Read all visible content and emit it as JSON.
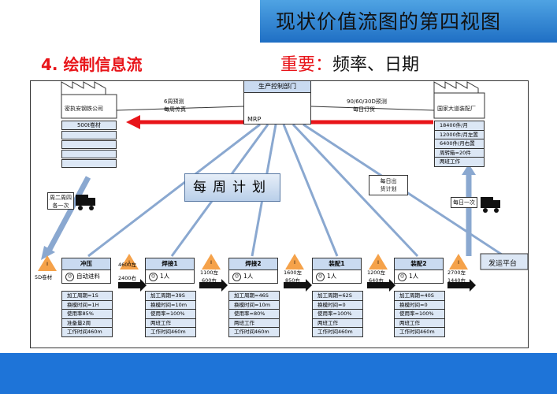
{
  "header": {
    "title": "现状价值流图的第四视图",
    "step": "4. 绘制信息流",
    "focus_label": "重要：",
    "focus_value": "频率、日期"
  },
  "control": {
    "title": "生产控制部门",
    "system": "MRP"
  },
  "supplier": {
    "name": "密执安钢铁公司",
    "stock": "500t卷材"
  },
  "customer": {
    "name": "国家大道装配厂",
    "data": [
      "18400件/月",
      "12000件/月左置",
      "6400件/月右置",
      "周转箱=20件",
      "两班工作"
    ]
  },
  "flows": {
    "supplier_forecast": [
      "6周预测",
      "每周传真"
    ],
    "customer_forecast": [
      "90/60/30D预测",
      "每日订货"
    ],
    "weekly_plan": "每周计划",
    "daily_ship": [
      "每日出",
      "货计划"
    ],
    "truck_in": [
      "周二周四",
      "各一次"
    ],
    "truck_out": "每日一次"
  },
  "processes": [
    {
      "name": "冲压",
      "op": "自动进料",
      "data": [
        "加工周期=1S",
        "换模时间=1H",
        "使用率85%",
        "准备量2周",
        "工作时间460m"
      ]
    },
    {
      "name": "焊接1",
      "op": "1人",
      "data": [
        "加工周期=39S",
        "换模时间=10m",
        "使用率=100%",
        "两班工作",
        "工作时间460m"
      ]
    },
    {
      "name": "焊接2",
      "op": "1人",
      "data": [
        "加工周期=46S",
        "换模时间=10m",
        "使用率=80%",
        "两班工作",
        "工作时间460m"
      ]
    },
    {
      "name": "装配1",
      "op": "1人",
      "data": [
        "加工周期=62S",
        "换模时间=0",
        "使用率=100%",
        "两班工作",
        "工作时间460m"
      ]
    },
    {
      "name": "装配2",
      "op": "1人",
      "data": [
        "加工周期=40S",
        "换模时间=0",
        "使用率=100%",
        "两班工作",
        "工作时间460m"
      ]
    }
  ],
  "shipping": "发运平台",
  "inventory": [
    {
      "label": "5D卷材",
      "tri": "I"
    },
    {
      "top": "4600左",
      "bottom": "2400右",
      "tri": "I"
    },
    {
      "top": "1100左",
      "bottom": "600右",
      "tri": "I"
    },
    {
      "top": "1600左",
      "bottom": "850右",
      "tri": "I"
    },
    {
      "top": "1200左",
      "bottom": "640右",
      "tri": "I"
    },
    {
      "top": "2700左",
      "bottom": "1440右",
      "tri": "I"
    }
  ],
  "colors": {
    "accent": "#e8151a",
    "header": "#1f6fc4",
    "box": "#dce7f5",
    "inventory": "#f5a24a"
  }
}
